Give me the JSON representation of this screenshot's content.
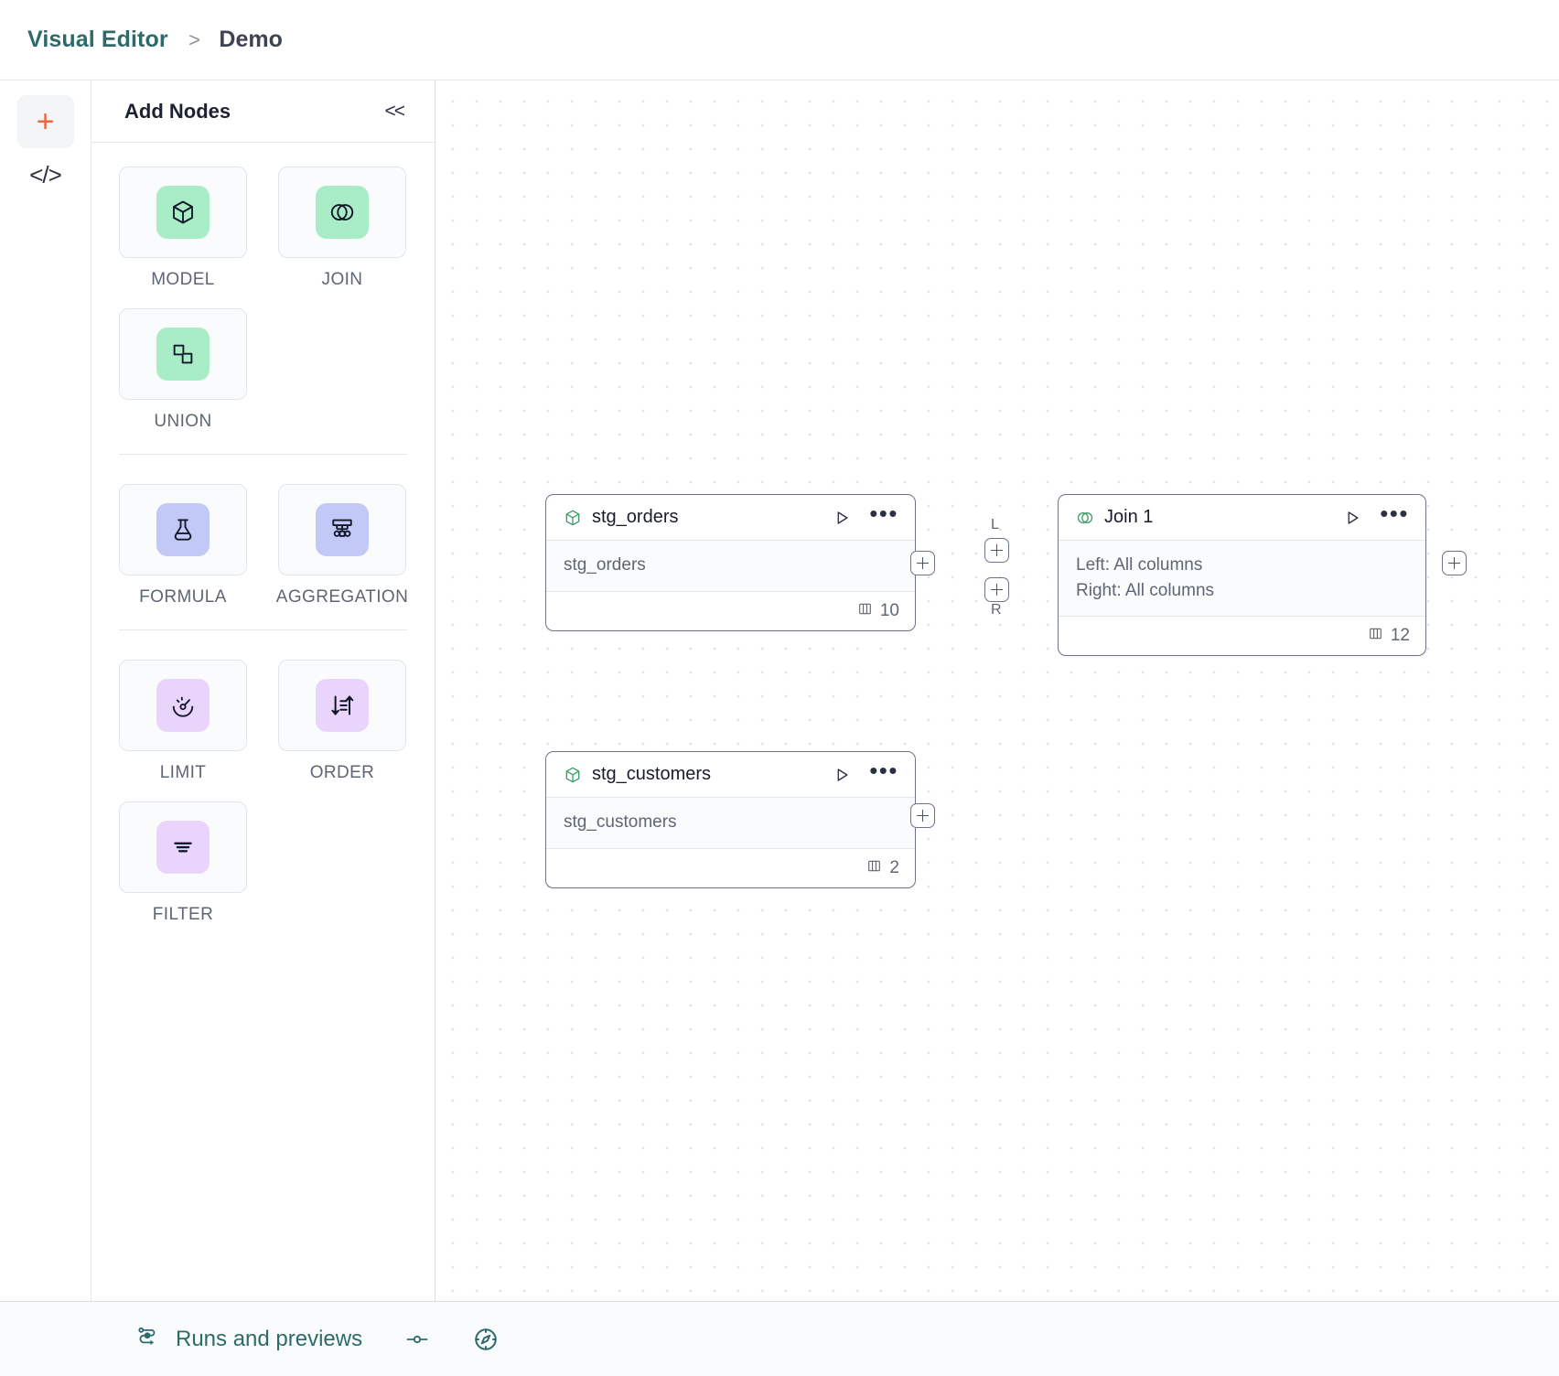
{
  "header": {
    "breadcrumb_root": "Visual Editor",
    "breadcrumb_separator": ">",
    "breadcrumb_current": "Demo"
  },
  "rail": {
    "add_icon": "plus-icon",
    "code_icon": "code-brackets-icon",
    "code_label": "</>",
    "plus_label": "+",
    "accent_color": "#f2663c"
  },
  "panel": {
    "title": "Add Nodes",
    "collapse_label": "<<",
    "groups": [
      {
        "items": [
          {
            "label": "MODEL",
            "icon": "cube-icon",
            "swatch": "sw-green"
          },
          {
            "label": "JOIN",
            "icon": "venn-icon",
            "swatch": "sw-green"
          },
          {
            "label": "UNION",
            "icon": "union-shapes-icon",
            "swatch": "sw-green"
          }
        ]
      },
      {
        "items": [
          {
            "label": "FORMULA",
            "icon": "flask-icon",
            "swatch": "sw-blue"
          },
          {
            "label": "AGGREGATION",
            "icon": "aggregation-tree-icon",
            "swatch": "sw-blue"
          }
        ]
      },
      {
        "items": [
          {
            "label": "LIMIT",
            "icon": "gauge-icon",
            "swatch": "sw-purple"
          },
          {
            "label": "ORDER",
            "icon": "sort-arrows-icon",
            "swatch": "sw-purple"
          },
          {
            "label": "FILTER",
            "icon": "filter-lines-icon",
            "swatch": "sw-purple"
          }
        ]
      }
    ]
  },
  "canvas": {
    "nodes": [
      {
        "id": "stg_orders",
        "title": "stg_orders",
        "icon": "cube-icon",
        "body_lines": [
          "stg_orders"
        ],
        "column_count": "10",
        "columns_icon": "columns-icon",
        "run_icon": "play-icon",
        "more_icon": "ellipsis-icon"
      },
      {
        "id": "stg_customers",
        "title": "stg_customers",
        "icon": "cube-icon",
        "body_lines": [
          "stg_customers"
        ],
        "column_count": "2",
        "columns_icon": "columns-icon",
        "run_icon": "play-icon",
        "more_icon": "ellipsis-icon"
      },
      {
        "id": "join_1",
        "title": "Join 1",
        "icon": "venn-icon",
        "body_lines": [
          "Left: All columns",
          "Right: All columns"
        ],
        "column_count": "12",
        "columns_icon": "columns-icon",
        "run_icon": "play-icon",
        "more_icon": "ellipsis-icon"
      }
    ],
    "port_labels": {
      "left": "L",
      "right": "R"
    }
  },
  "bottombar": {
    "runs_label": "Runs and previews",
    "runs_icon": "flow-run-icon",
    "toggle_icon": "slider-toggle-icon",
    "navigator_icon": "compass-icon",
    "accent_color": "#2d6a6a"
  }
}
